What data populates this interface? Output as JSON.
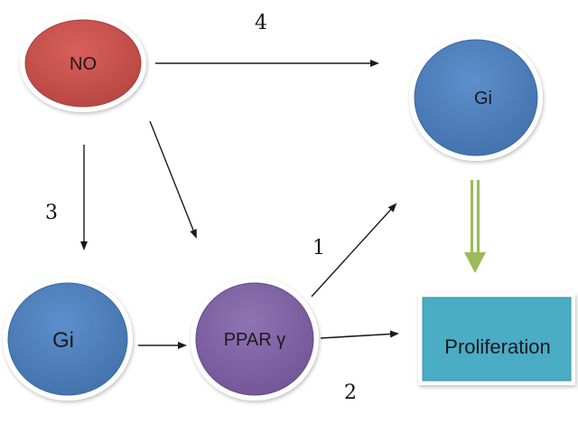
{
  "nodes": {
    "no": {
      "label": "NO",
      "color": "#c0504d"
    },
    "gi_top": {
      "label": "Gi",
      "color": "#4f81bd"
    },
    "gi_left": {
      "label": "Gi",
      "color": "#4f81bd"
    },
    "ppar": {
      "label": "PPAR γ",
      "color": "#8064a2"
    },
    "proliferation": {
      "label": "Proliferation",
      "color": "#4bacc6"
    }
  },
  "edges": {
    "label_1": "1",
    "label_2": "2",
    "label_3": "3",
    "label_4": "4"
  },
  "colors": {
    "arrow": "#1a1a1a",
    "green_arrow": "#9bbb59"
  }
}
